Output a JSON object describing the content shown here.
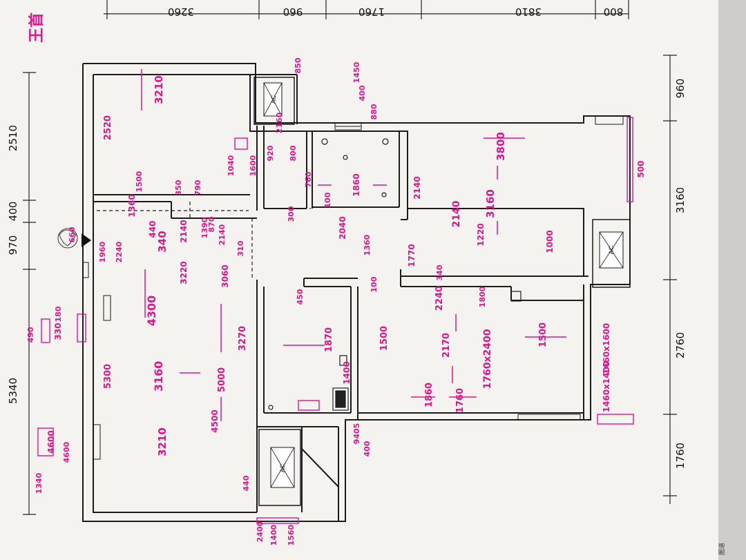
{
  "colors": {
    "paper": "#f4f3f0",
    "ink": "#1a1a1a",
    "pen": "#e0148c",
    "shadow": "#c9c7c3"
  },
  "top_dimensions": [
    "3260",
    "960",
    "1760",
    "3810",
    "800"
  ],
  "right_dimensions": [
    "960",
    "3160",
    "2760",
    "1760"
  ],
  "left_dimensions": [
    "2510",
    "400",
    "970",
    "5340"
  ],
  "ac_label": "AC",
  "corner_mark": "王首",
  "bottom_right_text": "图道",
  "annotations": [
    "3210",
    "2520",
    "1500",
    "1360",
    "350",
    "790",
    "440",
    "340",
    "1960",
    "2240",
    "3220",
    "4300",
    "5300",
    "3160",
    "3270",
    "5000",
    "3210",
    "490",
    "330",
    "180",
    "2140",
    "1390",
    "870",
    "2140",
    "310",
    "1040",
    "1600",
    "920",
    "800",
    "1860",
    "100",
    "760",
    "2040",
    "1360",
    "300",
    "3800",
    "3160",
    "2140",
    "2140",
    "1000",
    "850",
    "1450",
    "400",
    "880",
    "1770",
    "2240",
    "1500",
    "1760x2400",
    "2170",
    "1500",
    "1760",
    "1860",
    "1800",
    "500",
    "1460x1600",
    "1870",
    "450",
    "1400",
    "1460x1400",
    "3060",
    "4500",
    "4600",
    "4600",
    "1220",
    "440",
    "1340",
    "1560",
    "1400",
    "2400",
    "9405",
    "400",
    "340",
    "100",
    "2160",
    "660"
  ]
}
